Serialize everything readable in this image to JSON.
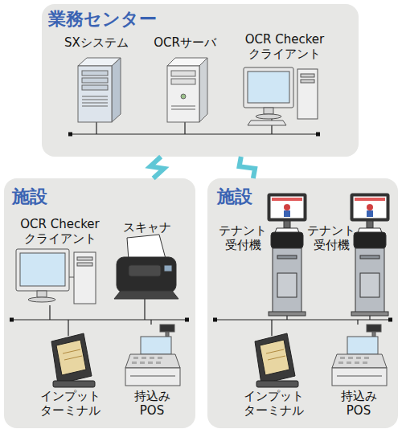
{
  "diagram": {
    "nodes": [
      {
        "text": [
          "業務センター"
        ]
      },
      {
        "text": [
          "SXシステム"
        ],
        "in": 0
      },
      {
        "text": [
          "OCRサーバ"
        ],
        "in": 0
      },
      {
        "text": [
          "OCR Checker クライアント"
        ],
        "in": 0
      },
      {
        "text": [
          "施設"
        ]
      },
      {
        "text": [
          "OCR Checker クライアント"
        ],
        "in": 4
      },
      {
        "text": [
          "スキャナ"
        ],
        "in": 4
      },
      {
        "text": [
          "インプット ターミナル"
        ],
        "in": 4
      },
      {
        "text": [
          "持込み POS"
        ],
        "in": 4
      },
      {
        "text": [
          "施設"
        ]
      },
      {
        "text": [
          "テナント 受付機"
        ],
        "in": 9
      },
      {
        "text": [
          "テナント 受付機"
        ],
        "in": 9
      },
      {
        "text": [
          "インプット ターミナル"
        ],
        "in": 9
      },
      {
        "text": [
          "持込み POS"
        ],
        "in": 9
      }
    ],
    "edges": [
      {
        "from": 0,
        "to": 4,
        "arrow": "none"
      },
      {
        "from": 0,
        "to": 9,
        "arrow": "none"
      }
    ]
  }
}
